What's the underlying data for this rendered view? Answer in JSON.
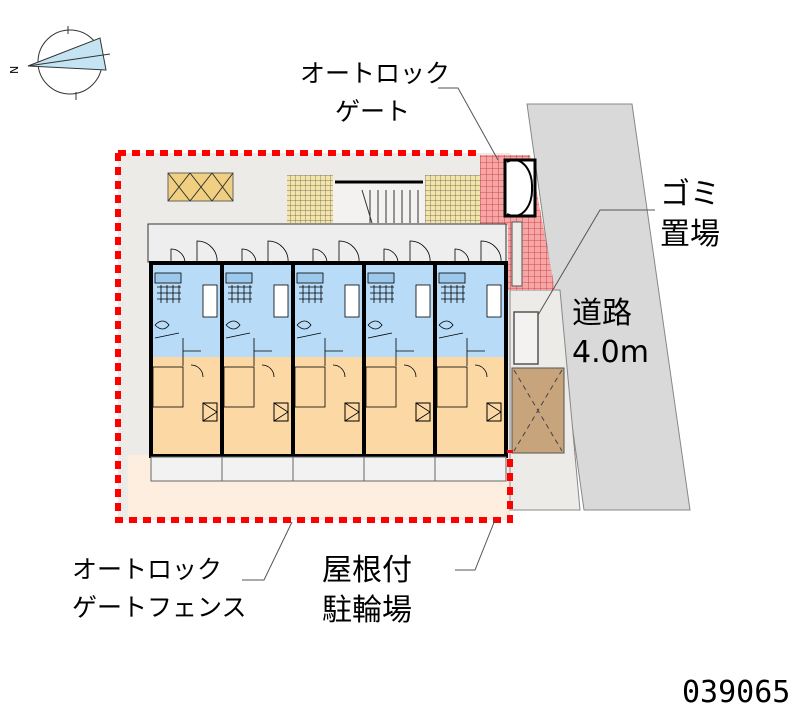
{
  "compass": {
    "north_label": "N"
  },
  "labels": {
    "autolock_gate_line1": "オートロック",
    "autolock_gate_line2": "ゲート",
    "garbage_line1": "ゴミ",
    "garbage_line2": "置場",
    "road_line1": "道路",
    "road_line2": "4.0m",
    "fence_line1": "オートロック",
    "fence_line2": "ゲートフェンス",
    "bike_line1": "屋根付",
    "bike_line2": "駐輪場"
  },
  "property_code": "039065",
  "units_count": 5,
  "colors": {
    "boundary": "#ff0000",
    "road": "#d9d9d9",
    "site": "#ecebe8",
    "wet_area": "#b8dcf8",
    "room": "#fcd8a4",
    "bike_parking": "#c8a47c",
    "gate_area": "#f08080"
  }
}
